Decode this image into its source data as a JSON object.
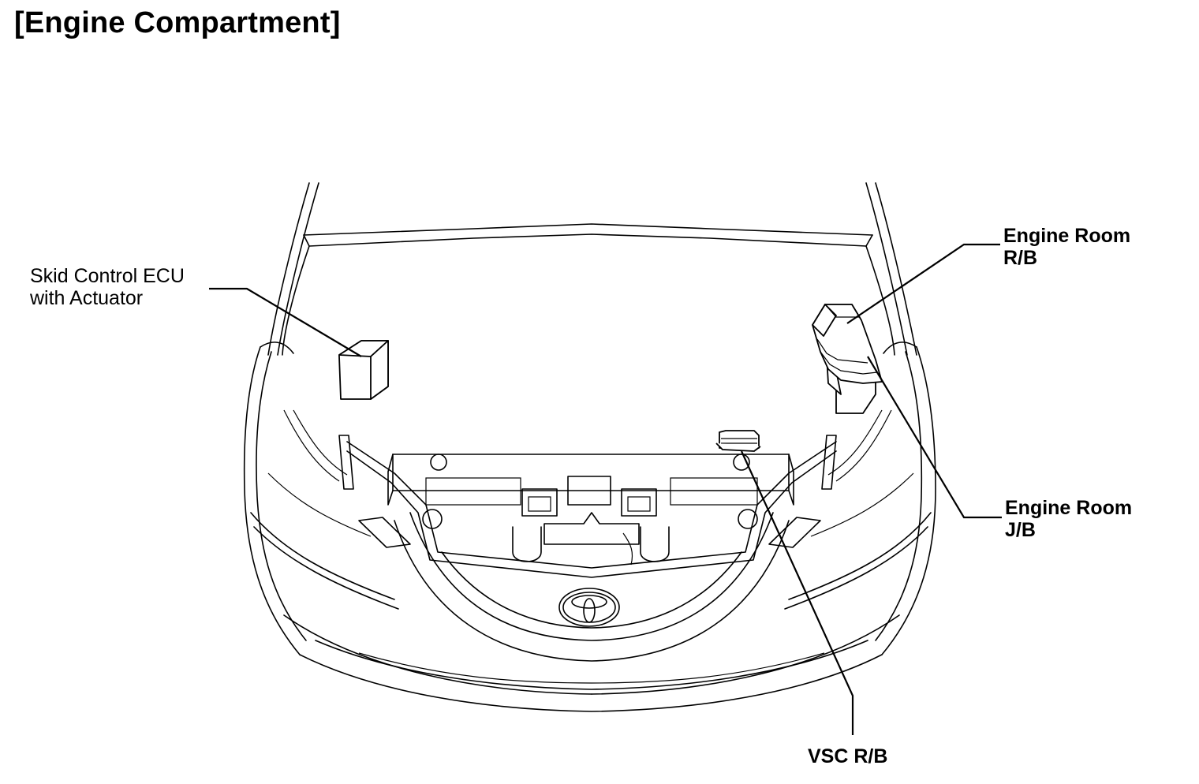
{
  "title": "[Engine Compartment]",
  "labels": {
    "skid_ecu": [
      "Skid Control ECU",
      "with Actuator"
    ],
    "engine_room_rb": [
      "Engine Room",
      "R/B"
    ],
    "engine_room_jb": [
      "Engine Room",
      "J/B"
    ],
    "vsc_rb": "VSC R/B"
  },
  "icons": {
    "emblem": "toyota-emblem-icon"
  }
}
